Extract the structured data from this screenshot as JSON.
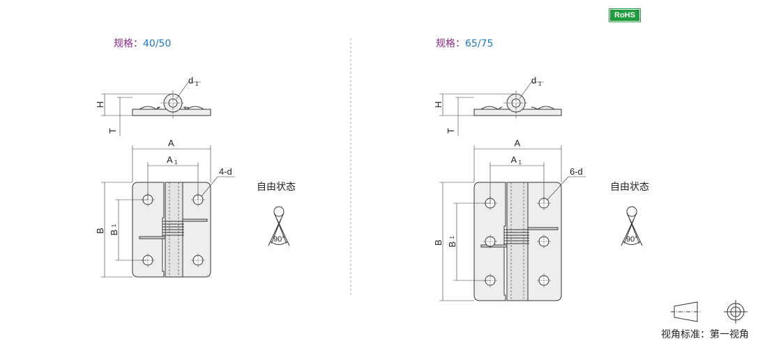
{
  "badge": "RoHS",
  "left": {
    "spec_key": "规格：",
    "spec_value": "40/50",
    "holes_label": "4-d"
  },
  "right": {
    "spec_key": "规格：",
    "spec_value": "65/75",
    "holes_label": "6-d"
  },
  "labels": {
    "H": "H",
    "T": "T",
    "A": "A",
    "A1": "A",
    "B": "B",
    "B1": "B",
    "d1": "d",
    "sub1": "1"
  },
  "free_state": "自由状态",
  "angle": "90°",
  "projection": "视角标准：第一视角",
  "colors": {
    "spec_key": "#8b2a8c",
    "spec_value": "#1a7bbf",
    "badge": "#1f9a3c"
  }
}
